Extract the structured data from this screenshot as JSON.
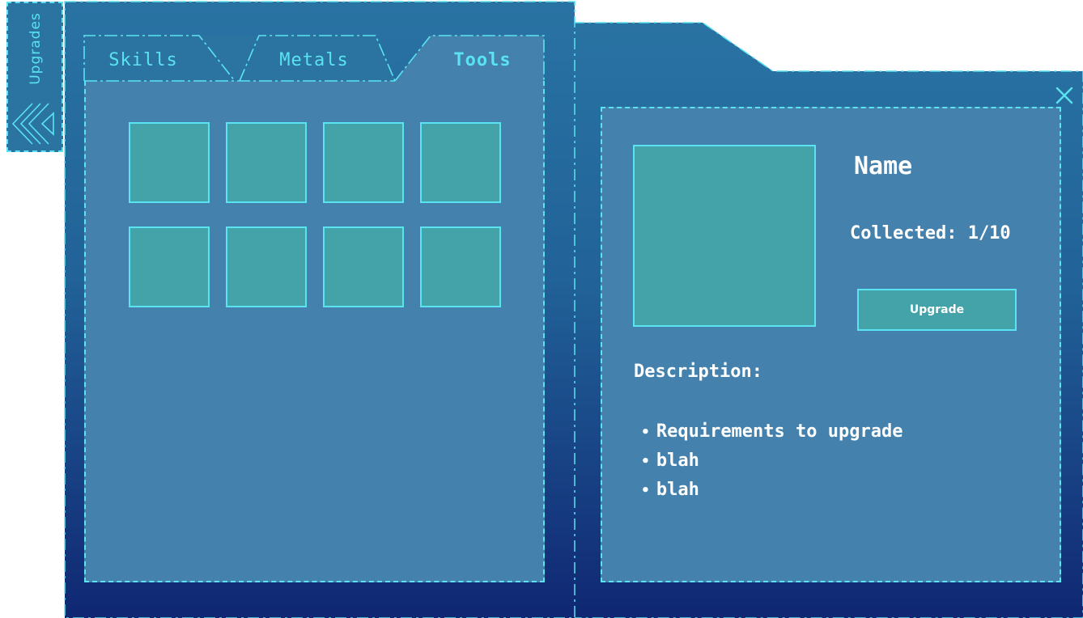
{
  "sidebar": {
    "tab_label": "Upgrades"
  },
  "tabs": [
    {
      "label": "Skills",
      "active": false
    },
    {
      "label": "Metals",
      "active": false
    },
    {
      "label": "Tools",
      "active": true
    }
  ],
  "grid": {
    "rows": 2,
    "columns": 4,
    "slot_count": 8
  },
  "detail": {
    "name": "Name",
    "collected": "Collected: 1/10",
    "upgrade_label": "Upgrade",
    "description_label": "Description:",
    "requirements": [
      "Requirements to upgrade",
      "blah",
      "blah"
    ]
  },
  "icons": {
    "close": "close-icon",
    "collapse": "collapse-chevrons-icon"
  },
  "colors": {
    "accent": "#5ae3f0",
    "panel_top": "#2973a3",
    "panel_bottom": "#102773",
    "inner_panel": "#4482ad",
    "slot": "#43a3a9",
    "text": "#ffffff"
  }
}
